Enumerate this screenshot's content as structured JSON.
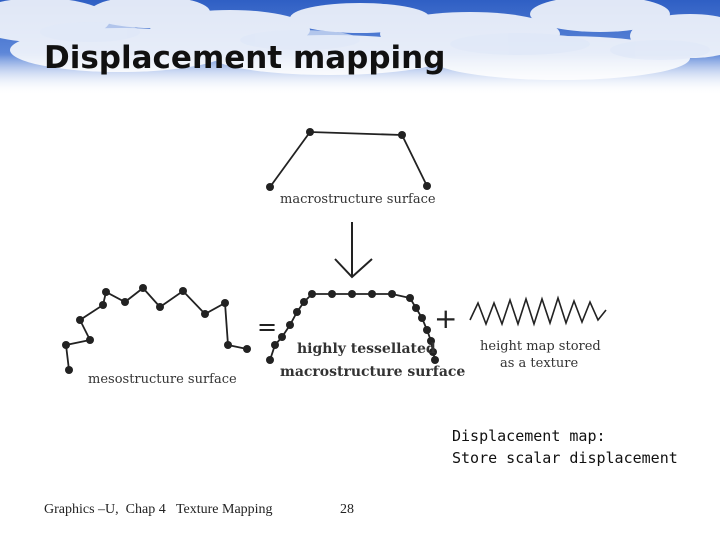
{
  "slide": {
    "title": "Displacement mapping",
    "footer": "Graphics –U,  Chap 4   Texture Mapping",
    "page_number": "28"
  },
  "diagram": {
    "labels": {
      "macrostructure": "macrostructure surface",
      "mesostructure": "mesostructure surface",
      "tessellated_line1": "highly tessellated",
      "tessellated_line2": "macrostructure surface",
      "heightmap_line1": "height map stored",
      "heightmap_line2": "as a texture"
    },
    "operators": {
      "equals": "=",
      "plus": "+"
    }
  },
  "caption": {
    "line1": "Displacement map:",
    "line2": "Store scalar displacement"
  }
}
